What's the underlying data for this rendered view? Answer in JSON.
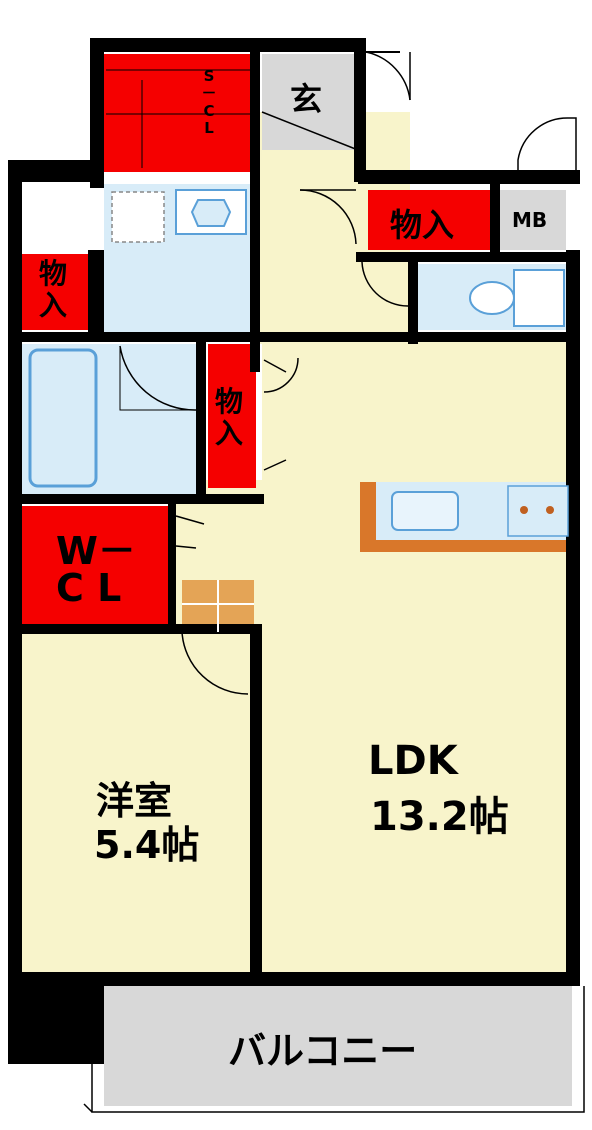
{
  "rooms": {
    "ldk": {
      "name": "LDK",
      "size": "13.2帖"
    },
    "western_room": {
      "name": "洋室",
      "size": "5.4帖"
    },
    "balcony": {
      "name": "バルコニー"
    },
    "entrance": {
      "name": "玄"
    },
    "wcl": {
      "line1": "W－",
      "line2": "C L"
    },
    "scl": {
      "text": "S－CL"
    },
    "storage_top": {
      "name": "物入"
    },
    "storage_left": {
      "name": "物入"
    },
    "storage_middle": {
      "name": "物入"
    },
    "mb": {
      "name": "MB"
    }
  },
  "colors": {
    "wall": "#000000",
    "room_floor": "#f8f4cb",
    "wet_area": "#d8ecf8",
    "storage": "#f50000",
    "balcony": "#d8d8d8",
    "kitchen_counter": "#d9772a"
  }
}
